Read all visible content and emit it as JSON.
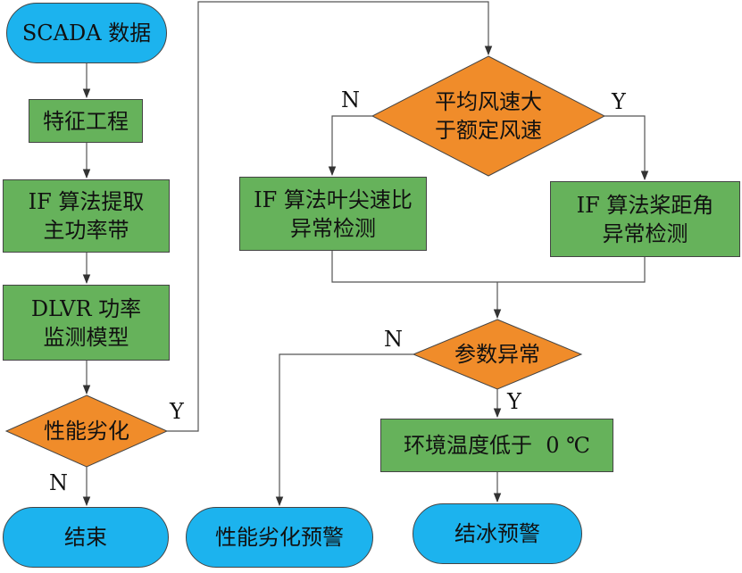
{
  "nodes": {
    "scada": "SCADA 数据",
    "feature": "特征工程",
    "if_extract": "IF 算法提取\n主功率带",
    "dlvr": "DLVR 功率\n监测模型",
    "perf_degrade": "性能劣化",
    "end": "结束",
    "avg_wind": "平均风速大\n于额定风速",
    "tsr": "IF 算法叶尖速比\n异常检测",
    "pitch": "IF 算法桨距角\n异常检测",
    "param_abn": "参数异常",
    "temp": "环境温度低于  0 ℃",
    "perf_warn": "性能劣化预警",
    "ice_warn": "结冰预警"
  },
  "labels": {
    "yes": "Y",
    "no": "N"
  },
  "colors": {
    "terminal": "#1cb3ee",
    "process": "#66b25b",
    "decision": "#f08c2a",
    "line": "#555555"
  }
}
